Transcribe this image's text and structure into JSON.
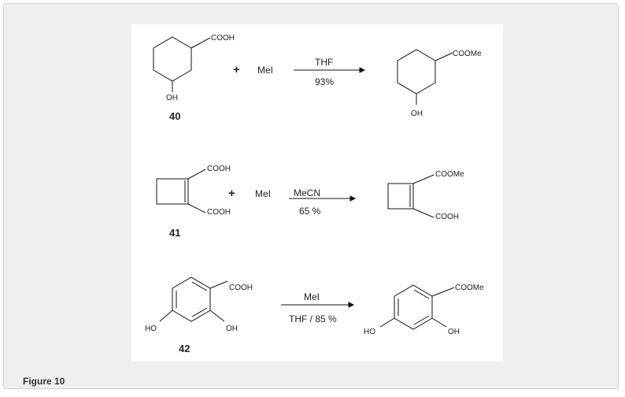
{
  "caption": "Figure 10",
  "reactions": [
    {
      "reactant": {
        "number": "40",
        "substituent_top": "COOH",
        "substituent_bottom": "OH"
      },
      "plus": "+",
      "reagent": "MeI",
      "condition_above": "THF",
      "condition_below": "93%",
      "product": {
        "substituent_top": "COOMe",
        "substituent_bottom": "OH"
      }
    },
    {
      "reactant": {
        "number": "41",
        "substituent_top": "COOH",
        "substituent_bottom": "COOH"
      },
      "plus": "+",
      "reagent": "MeI",
      "condition_above": "MeCN",
      "condition_below": "65 %",
      "product": {
        "substituent_top": "COOMe",
        "substituent_bottom": "COOH"
      }
    },
    {
      "reactant": {
        "number": "42",
        "substituent_top": "COOH",
        "substituent_left": "HO",
        "substituent_right": "OH"
      },
      "condition_above": "MeI",
      "condition_below": "THF / 85 %",
      "product": {
        "substituent_top": "COOMe",
        "substituent_left": "HO",
        "substituent_right": "OH"
      }
    }
  ]
}
